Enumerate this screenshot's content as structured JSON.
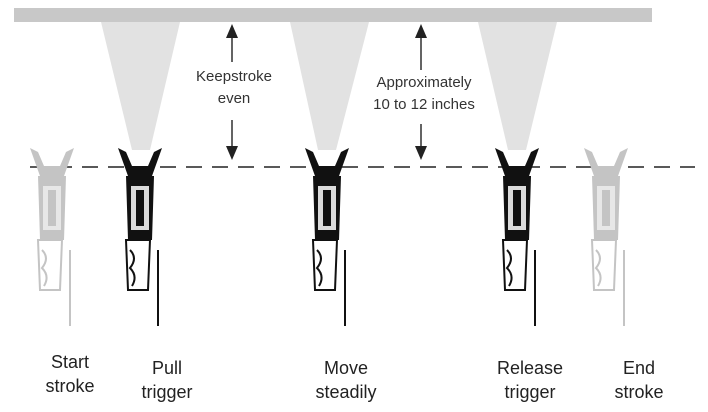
{
  "annotations": {
    "keep_stroke": {
      "line1": "Keepstroke",
      "line2": "even"
    },
    "distance": {
      "line1": "Approximately",
      "line2": "10 to 12 inches"
    }
  },
  "steps": [
    {
      "line1": "Start",
      "line2": "stroke"
    },
    {
      "line1": "Pull",
      "line2": "trigger"
    },
    {
      "line1": "Move",
      "line2": "steadily"
    },
    {
      "line1": "Release",
      "line2": "trigger"
    },
    {
      "line1": "End",
      "line2": "stroke"
    }
  ],
  "colors": {
    "surface": "#c8c8c8",
    "spray": "#e2e2e2",
    "gun_active": "#111111",
    "gun_faded": "#c4c4c4",
    "line": "#222222"
  }
}
